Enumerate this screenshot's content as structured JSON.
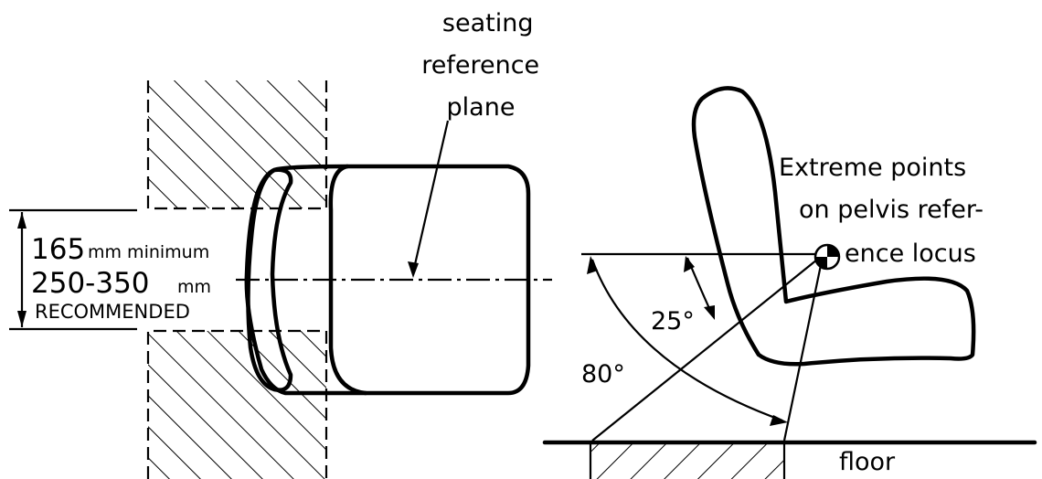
{
  "labels": {
    "seating_reference_plane": [
      "seating",
      "reference",
      "plane"
    ],
    "extreme_points": [
      "Extreme points",
      "on pelvis refer-",
      "ence locus"
    ],
    "min_value": "165",
    "min_unit": "mm minimum",
    "recommended_value": "250-350",
    "recommended_unit": "mm",
    "recommended": "RECOMMENDED",
    "angle_25": "25°",
    "angle_80": "80°",
    "floor": "floor"
  }
}
